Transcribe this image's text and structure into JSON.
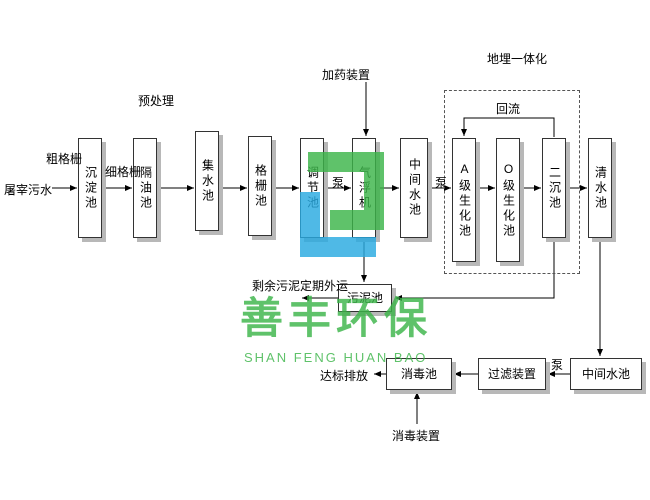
{
  "diagram": {
    "tanks": {
      "sedimentation": "沉淀池",
      "oil_separation": "隔油池",
      "collecting": "集水池",
      "screen": "格栅池",
      "regulating": "调节池",
      "air_flotation": "气浮机",
      "intermediate_1": "中间水池",
      "a_bio": "A级生化池",
      "o_bio": "O级生化池",
      "secondary_sed": "二沉池",
      "clean_water": "清水池",
      "sludge": "污泥池",
      "intermediate_2": "中间水池",
      "filter": "过滤装置",
      "disinfection": "消毒池"
    },
    "labels": {
      "influent": "屠宰污水",
      "coarse_screen": "粗格栅",
      "fine_screen": "细格栅",
      "pretreatment": "预处理",
      "dosing_device": "加药装置",
      "buried_integration": "地埋一体化",
      "reflux": "回流",
      "pump_1": "泵",
      "pump_2": "泵",
      "pump_3": "泵",
      "excess_sludge": "剩余污泥定期外运",
      "discharge": "达标排放",
      "disinfection_device": "消毒装置"
    }
  },
  "watermark": {
    "name_cn": "善丰环保",
    "name_en": "SHAN FENG HUAN BAO",
    "brand_green": "#3cb54a",
    "brand_cyan": "#29aae1"
  }
}
